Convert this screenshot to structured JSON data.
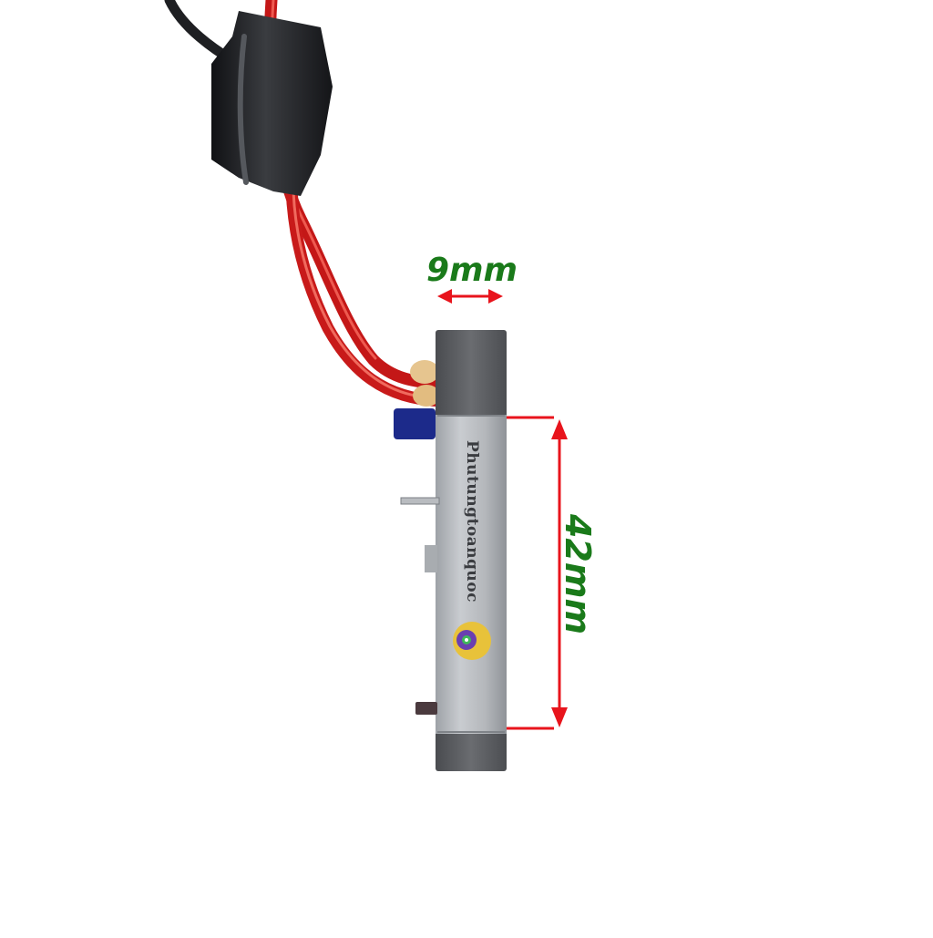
{
  "product": {
    "brand_text": "Phutungtoanquoc"
  },
  "dimensions": {
    "width_label": "9mm",
    "height_label": "42mm"
  },
  "colors": {
    "label_text": "#1a7a1a",
    "arrow": "#e8141c",
    "wire": "#cf1b1b",
    "cable_black": "#1e1f22",
    "body_dark": "#5a5c60",
    "plate_silver": "#b9bcc0",
    "logo_bg": "#e8c23a",
    "logo_gear": "#6a3fb0"
  }
}
